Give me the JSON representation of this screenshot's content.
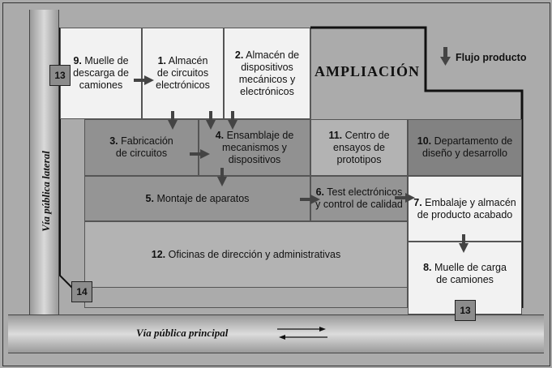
{
  "roads": {
    "lateral": "Vía pública lateral",
    "principal": "Vía pública principal"
  },
  "ampliacion": "AMPLIACIÓN",
  "legend": {
    "label": "Flujo producto"
  },
  "areas": {
    "a9": {
      "num": "9.",
      "text": "Muelle de descarga de camiones"
    },
    "a1": {
      "num": "1.",
      "text": "Almacén de circuitos electrónicos"
    },
    "a2": {
      "num": "2.",
      "text": "Almacén de dispositivos mecánicos y electrónicos"
    },
    "a3": {
      "num": "3.",
      "text": "Fabricación de circuitos"
    },
    "a4": {
      "num": "4.",
      "text": "Ensamblaje de mecanismos y dispositivos"
    },
    "a11": {
      "num": "11.",
      "text": "Centro de ensayos de prototipos"
    },
    "a10": {
      "num": "10.",
      "text": "Departamento de diseño y desarrollo"
    },
    "a5": {
      "num": "5.",
      "text": "Montaje de aparatos"
    },
    "a6": {
      "num": "6.",
      "text": "Test electrónicos y control de calidad"
    },
    "a7": {
      "num": "7.",
      "text": "Embalaje y almacén de producto acabado"
    },
    "a12": {
      "num": "12.",
      "text": "Oficinas de dirección y administrativas"
    },
    "a8": {
      "num": "8.",
      "text": "Muelle de carga de camiones"
    }
  },
  "badges": {
    "b13a": "13",
    "b14": "14",
    "b13b": "13"
  }
}
